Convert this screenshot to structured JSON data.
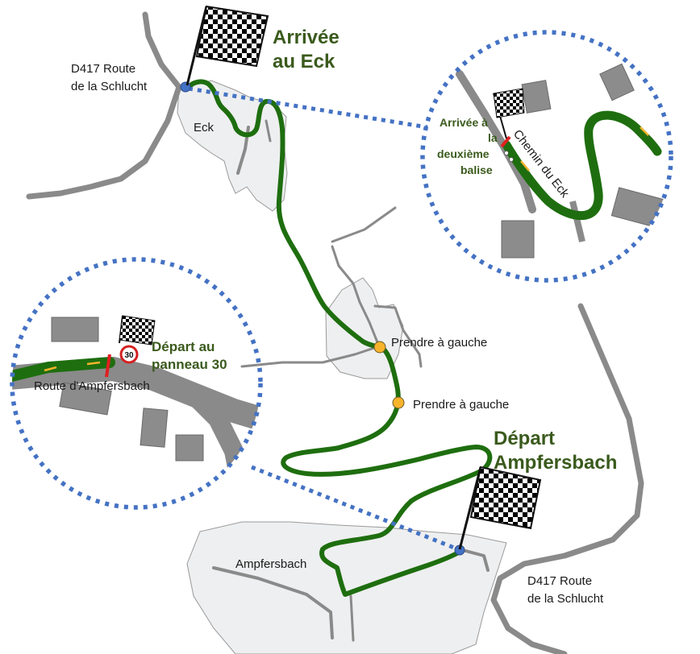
{
  "colors": {
    "route": "#1e6e0f",
    "road": "#8a8a8a",
    "village": "#eeeff0",
    "dotted_circle": "#4472c4",
    "waypoint": "#f7b32b",
    "flag_pole": "#111111",
    "label_green": "#3a5a1c",
    "building": "#8c8c8c"
  },
  "finish": {
    "title_line1": "Arrivée",
    "title_line2": "au Eck",
    "village": "Eck"
  },
  "start": {
    "title_line1": "Départ",
    "title_line2": "Ampfersbach",
    "village": "Ampfersbach"
  },
  "roads": {
    "d417_top_line1": "D417 Route",
    "d417_top_line2": "de la Schlucht",
    "d417_bottom_line1": "D417 Route",
    "d417_bottom_line2": "de la Schlucht"
  },
  "waypoints": [
    {
      "label": "Prendre à gauche"
    },
    {
      "label": "Prendre à gauche"
    }
  ],
  "inset_finish": {
    "text_line1": "Arrivée à",
    "text_line2": "la",
    "text_line3": "deuxième",
    "text_line4": "balise",
    "road": "Chemin du Eck"
  },
  "inset_start": {
    "text_line1": "Départ au",
    "text_line2": "panneau 30",
    "road": "Route d'Ampfersbach",
    "speed_sign": "30"
  }
}
